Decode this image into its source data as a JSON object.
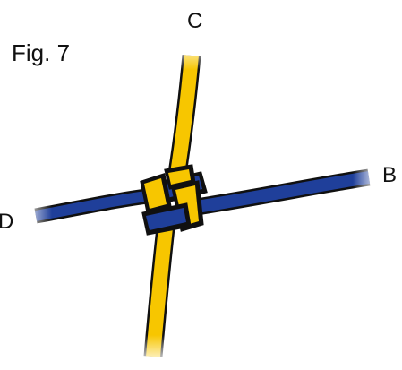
{
  "figure": {
    "caption": "Fig. 7"
  },
  "strands": {
    "vertical": {
      "end_label": "C",
      "color": "#f7c600"
    },
    "horizontal": {
      "end_label": "B",
      "other_end_label": "D",
      "color": "#1f3f9a"
    }
  },
  "colors": {
    "outline": "#101010",
    "background": "#ffffff",
    "text": "#111111"
  }
}
